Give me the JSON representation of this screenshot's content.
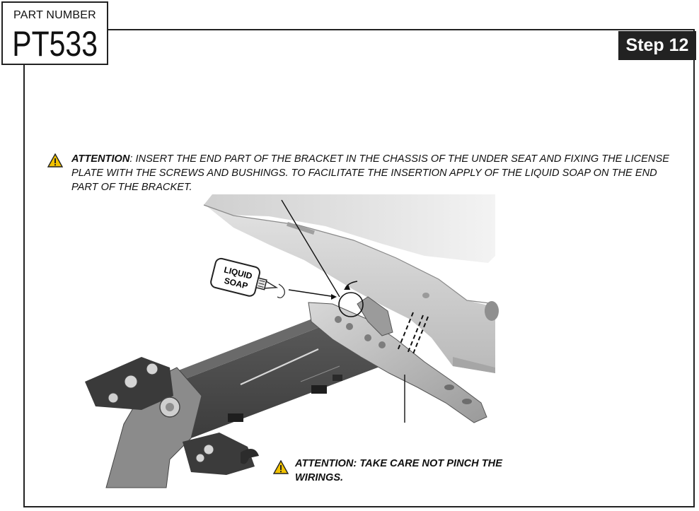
{
  "header": {
    "part_label": "PART NUMBER",
    "part_number": "PT533",
    "step": "Step 12"
  },
  "notes": {
    "top": {
      "label": "ATTENTION",
      "text": ": INSERT THE END PART OF THE BRACKET IN THE CHASSIS OF THE UNDER SEAT AND FIXING THE LICENSE PLATE WITH THE SCREWS AND BUSHINGS. TO FACILITATE THE INSERTION APPLY OF THE LIQUID SOAP ON THE END PART OF THE BRACKET."
    },
    "bottom": {
      "text": "ATTENTION: TAKE CARE NOT PINCH THE WIRINGS."
    }
  },
  "illustration": {
    "soap_line1": "LIQUID",
    "soap_line2": "SOAP"
  }
}
